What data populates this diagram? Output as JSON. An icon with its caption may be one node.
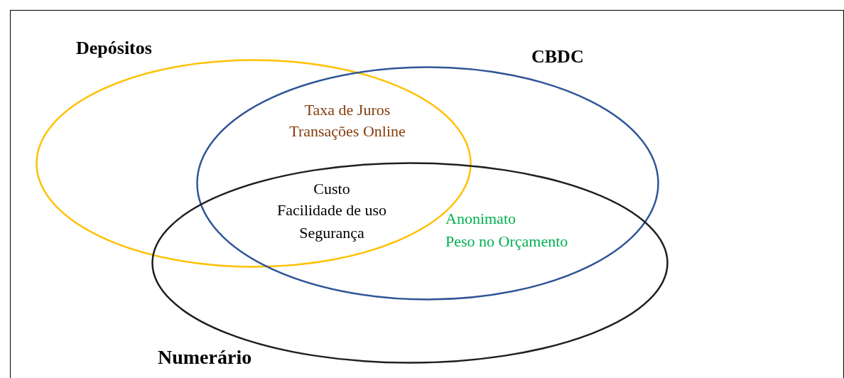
{
  "diagram": {
    "nodes": [
      {
        "text": [
          "Depósitos"
        ]
      },
      {
        "text": [
          "CBDC"
        ]
      },
      {
        "text": [
          "Numerário"
        ]
      }
    ],
    "labels": [
      "Taxa de Juros",
      "Transações Online",
      "Custo",
      "Facilidade de uso",
      "Segurança",
      "Anonimato",
      "Peso no Orçamento"
    ]
  }
}
